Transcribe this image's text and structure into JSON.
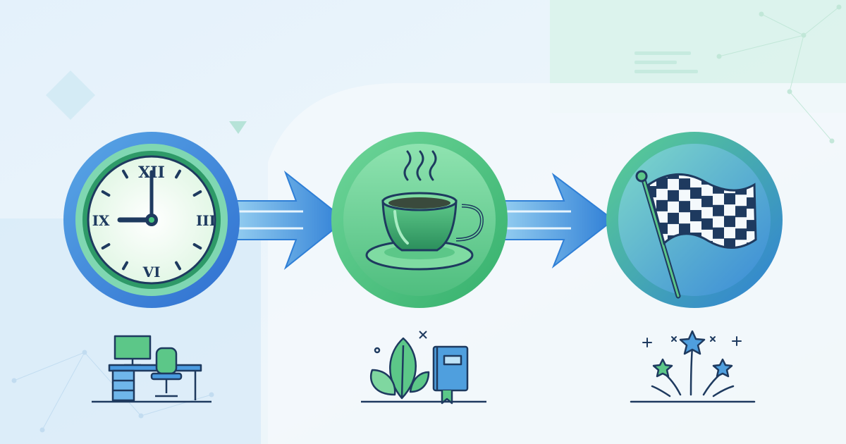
{
  "diagram": {
    "type": "process-flow",
    "steps": [
      {
        "id": "start",
        "icon": "clock-icon",
        "clock": {
          "hour": 9,
          "minute": 0,
          "numerals": [
            "XII",
            "III",
            "VI",
            "IX"
          ]
        },
        "caption_icon": "office-desk-icon"
      },
      {
        "id": "break",
        "icon": "coffee-cup-icon",
        "caption_icon": "plant-and-book-icon"
      },
      {
        "id": "finish",
        "icon": "checkered-flag-icon",
        "caption_icon": "celebration-stars-icon"
      }
    ],
    "connectors": [
      {
        "from": "start",
        "to": "break",
        "icon": "arrow-right-icon"
      },
      {
        "from": "break",
        "to": "finish",
        "icon": "arrow-right-icon"
      }
    ]
  },
  "colors": {
    "background_light": "#e8f3fb",
    "background_mint": "#dcf4ec",
    "blue": "#2f7fd6",
    "blue_light": "#5aa7e6",
    "green": "#46c27e",
    "green_dark": "#2f9a63",
    "navy": "#1e3a5f",
    "clock_face": "#f4fbf4"
  }
}
